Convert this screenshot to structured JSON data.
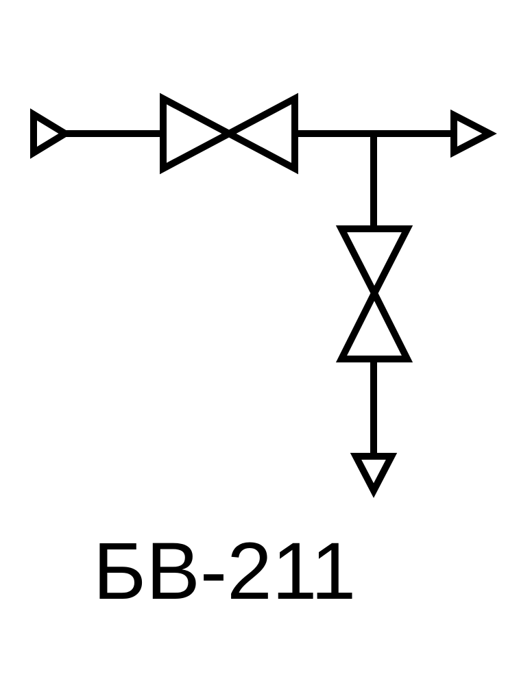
{
  "diagram": {
    "label": "БВ-211",
    "stroke_color": "#000000",
    "background": "#ffffff",
    "elements": [
      "inlet-arrow",
      "horizontal-valve",
      "outlet-arrow",
      "tee-junction",
      "vertical-valve",
      "drain-arrow"
    ]
  }
}
